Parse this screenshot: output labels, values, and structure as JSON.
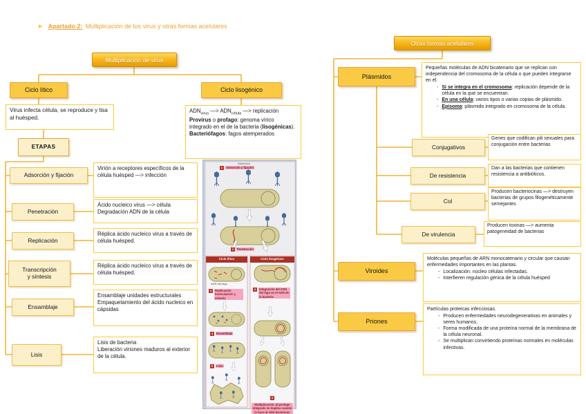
{
  "colors": {
    "accent_gold": "#F2B235",
    "node_gold_fill": "#FBCA45",
    "node_cream_fill": "#FCF0CB",
    "node_border_orange": "#E5A33C",
    "desc_border_gold": "#FFC83B",
    "header_gradient_top": "#FFD95E",
    "header_gradient_bottom": "#E69B00",
    "title_orange": "#F0A232",
    "figure_red": "#A93226",
    "figure_pink_highlight": "#F6A7C0",
    "phage_blue": "#46689B",
    "cell_khaki": "#D9CF9B"
  },
  "title": {
    "marker": "➤",
    "lead": "Apartado 2:",
    "rest": "Multiplicación de los virus y otras formas acelulares"
  },
  "virus_map": {
    "root": "Multiplicación de virus",
    "litico": {
      "label": "Ciclo lítico",
      "intro": "Virus infecta célula, se reproduce y lisa al huésped.",
      "etapas": "ETAPAS",
      "stages": [
        {
          "label": "Adsorción y fijación",
          "desc": "Virión a receptores específicos de la célula huésped —> infección"
        },
        {
          "label": "Penetración",
          "desc": "Ácido nucleico virus —> célula\nDegradación ADN de la célula"
        },
        {
          "label": "Replicación",
          "desc": "Réplica ácido nucleico virus a través de célula huésped."
        },
        {
          "label": "Transcripción\ny síntesis",
          "desc": "Réplica ácido nucleico virus a través de célula huésped."
        },
        {
          "label": "Ensamblaje",
          "desc": "Ensamblaje unidades estructurales\nEmpaquetamiento del ácido nucleico en cápsidas"
        },
        {
          "label": "Lisis",
          "desc": "Lisis de bacteria\nLiberación viriones maduros al exterior de la célula."
        }
      ]
    },
    "lisogenico": {
      "label": "Ciclo lisogénico",
      "line1": {
        "a": "ADN",
        "a_sub": "virus",
        "b": " —> ADN",
        "b_sub": "célula",
        "c": " —> replicación"
      },
      "line2": {
        "b1": "Provirus",
        "t1": " o ",
        "b2": "profago",
        "t2": ": genoma vírico integrado en el de la bacteria (",
        "b3": "lisogénicas",
        "t3": ")."
      },
      "line3": {
        "b1": "Bacteriófagos",
        "t1": ": fagos atemperados"
      }
    }
  },
  "acellular": {
    "root": "Otras formas acelulares",
    "plasmidos": {
      "label": "Plásmidos",
      "intro": "Pequeñas moléculas de ADN bicatenario que se replican con independencia del cromosoma de la célula o que pueden integrarse en él.",
      "bullets": [
        {
          "lead": "Si se integra en el cromosoma",
          "rest": ": replicación depende de la célula en la que se encuentran."
        },
        {
          "lead": "En una célula",
          "rest": ": varios tipos o varias copias de plásmido."
        },
        {
          "lead": "Episoma",
          "rest": ": plásmido integrado en cromosoma de la célula."
        }
      ],
      "types": [
        {
          "label": "Conjugativos",
          "desc": "Genes que codifican pili sexuales para conjugación entre bacterias"
        },
        {
          "label": "De resistencia",
          "desc": "Dan a las bacterias que contienen resistencia a antibióticos."
        },
        {
          "label": "Col",
          "desc": "Producen bacteriocinas —> destruyen bacterias de grupos filogenéticamente semejantes"
        },
        {
          "label": "De virulencia",
          "desc": "Producen toxinas —> aumenta patogeneidad de bacterias"
        }
      ]
    },
    "viroides": {
      "label": "Viroides",
      "intro": "Moléculas pequeñas de ARN monocatenario y circular que causan enfermedades importantes en las plantas.",
      "bullets": [
        "Localización: núcleo células infectadas.",
        "Interfieren regulación génica de la célula huésped"
      ]
    },
    "priones": {
      "label": "Priones",
      "intro": "Partículas proteicas infecciosas.",
      "bullets": [
        "Producen enfermedades neurodegenerativas en animales y seres humanos.",
        "Forma modificada de una proteína normal de la membrana de la célula neuronal.",
        "Se multiplican convirtiendo proteínas normales en moléculas infectivas."
      ]
    }
  },
  "figure": {
    "top_title": "Adsorción",
    "s1_num": "1",
    "s1_label": "Adsorción y fijación",
    "s2_num": "2",
    "s2_label": "Penetración",
    "col_left": "Ciclo lítico",
    "col_right": "Ciclo lisogénico",
    "adn_caption": "ADN del fago",
    "s3l_num": "3",
    "s3l_label": "Replicación transcripción y síntesis",
    "s4l_num": "4",
    "s4l_label": "Ensamblaje",
    "s5l_num": "5",
    "s5l_label": "Lisis",
    "s3r_num": "3",
    "s3r_label": "Integración del ADN del fago en el ADN de la bacteria",
    "s4r_num": "4",
    "s4r_label": "Multiplicación: El profago integrado se duplica cuando lo hace el ADN bacteriano"
  }
}
